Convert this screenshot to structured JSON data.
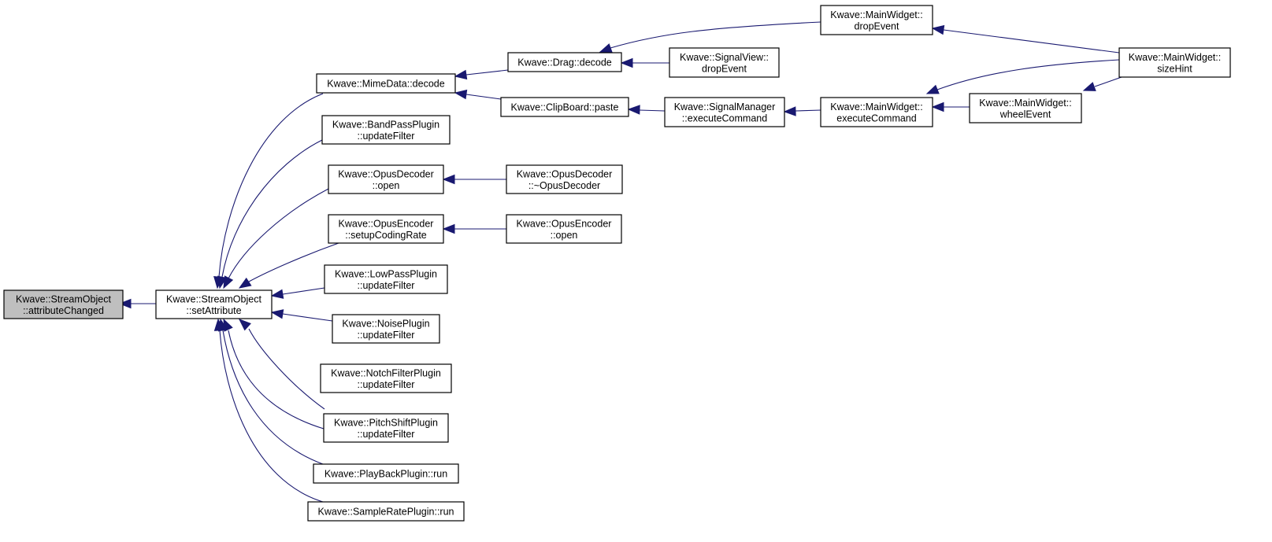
{
  "nodes": [
    {
      "id": "attributeChanged",
      "lines": [
        "Kwave::StreamObject",
        "::attributeChanged"
      ],
      "highlight": true
    },
    {
      "id": "setAttribute",
      "lines": [
        "Kwave::StreamObject",
        "::setAttribute"
      ]
    },
    {
      "id": "mimeDecode",
      "lines": [
        "Kwave::MimeData::decode"
      ]
    },
    {
      "id": "bandPass",
      "lines": [
        "Kwave::BandPassPlugin",
        "::updateFilter"
      ]
    },
    {
      "id": "opusDecOpen",
      "lines": [
        "Kwave::OpusDecoder",
        "::open"
      ]
    },
    {
      "id": "opusEncRate",
      "lines": [
        "Kwave::OpusEncoder",
        "::setupCodingRate"
      ]
    },
    {
      "id": "lowPass",
      "lines": [
        "Kwave::LowPassPlugin",
        "::updateFilter"
      ]
    },
    {
      "id": "noise",
      "lines": [
        "Kwave::NoisePlugin",
        "::updateFilter"
      ]
    },
    {
      "id": "notch",
      "lines": [
        "Kwave::NotchFilterPlugin",
        "::updateFilter"
      ]
    },
    {
      "id": "pitch",
      "lines": [
        "Kwave::PitchShiftPlugin",
        "::updateFilter"
      ]
    },
    {
      "id": "playback",
      "lines": [
        "Kwave::PlayBackPlugin::run"
      ]
    },
    {
      "id": "samplerate",
      "lines": [
        "Kwave::SampleRatePlugin::run"
      ]
    },
    {
      "id": "dragDecode",
      "lines": [
        "Kwave::Drag::decode"
      ]
    },
    {
      "id": "clipPaste",
      "lines": [
        "Kwave::ClipBoard::paste"
      ]
    },
    {
      "id": "opusDecDtor",
      "lines": [
        "Kwave::OpusDecoder",
        "::~OpusDecoder"
      ]
    },
    {
      "id": "opusEncOpen",
      "lines": [
        "Kwave::OpusEncoder",
        "::open"
      ]
    },
    {
      "id": "mwDrop",
      "lines": [
        "Kwave::MainWidget::",
        "dropEvent"
      ]
    },
    {
      "id": "svDrop",
      "lines": [
        "Kwave::SignalView::",
        "dropEvent"
      ]
    },
    {
      "id": "smExec",
      "lines": [
        "Kwave::SignalManager",
        "::executeCommand"
      ]
    },
    {
      "id": "mwExec",
      "lines": [
        "Kwave::MainWidget::",
        "executeCommand"
      ]
    },
    {
      "id": "mwWheel",
      "lines": [
        "Kwave::MainWidget::",
        "wheelEvent"
      ]
    },
    {
      "id": "mwSize",
      "lines": [
        "Kwave::MainWidget::",
        "sizeHint"
      ]
    }
  ],
  "edges": [
    {
      "from": "setAttribute",
      "to": "attributeChanged"
    },
    {
      "from": "mimeDecode",
      "to": "setAttribute"
    },
    {
      "from": "bandPass",
      "to": "setAttribute"
    },
    {
      "from": "opusDecOpen",
      "to": "setAttribute"
    },
    {
      "from": "opusEncRate",
      "to": "setAttribute"
    },
    {
      "from": "lowPass",
      "to": "setAttribute"
    },
    {
      "from": "noise",
      "to": "setAttribute"
    },
    {
      "from": "notch",
      "to": "setAttribute"
    },
    {
      "from": "pitch",
      "to": "setAttribute"
    },
    {
      "from": "playback",
      "to": "setAttribute"
    },
    {
      "from": "samplerate",
      "to": "setAttribute"
    },
    {
      "from": "dragDecode",
      "to": "mimeDecode"
    },
    {
      "from": "clipPaste",
      "to": "mimeDecode"
    },
    {
      "from": "opusDecDtor",
      "to": "opusDecOpen"
    },
    {
      "from": "opusEncOpen",
      "to": "opusEncRate"
    },
    {
      "from": "mwDrop",
      "to": "dragDecode"
    },
    {
      "from": "svDrop",
      "to": "dragDecode"
    },
    {
      "from": "smExec",
      "to": "clipPaste"
    },
    {
      "from": "mwExec",
      "to": "smExec"
    },
    {
      "from": "mwSize",
      "to": "mwDrop"
    },
    {
      "from": "mwSize",
      "to": "mwExec"
    },
    {
      "from": "mwWheel",
      "to": "mwExec"
    },
    {
      "from": "mwSize",
      "to": "mwWheel"
    }
  ],
  "colors": {
    "edge": "#191970",
    "highlight_fill": "#bfbfbf",
    "node_fill": "#ffffff",
    "border": "#000000"
  }
}
